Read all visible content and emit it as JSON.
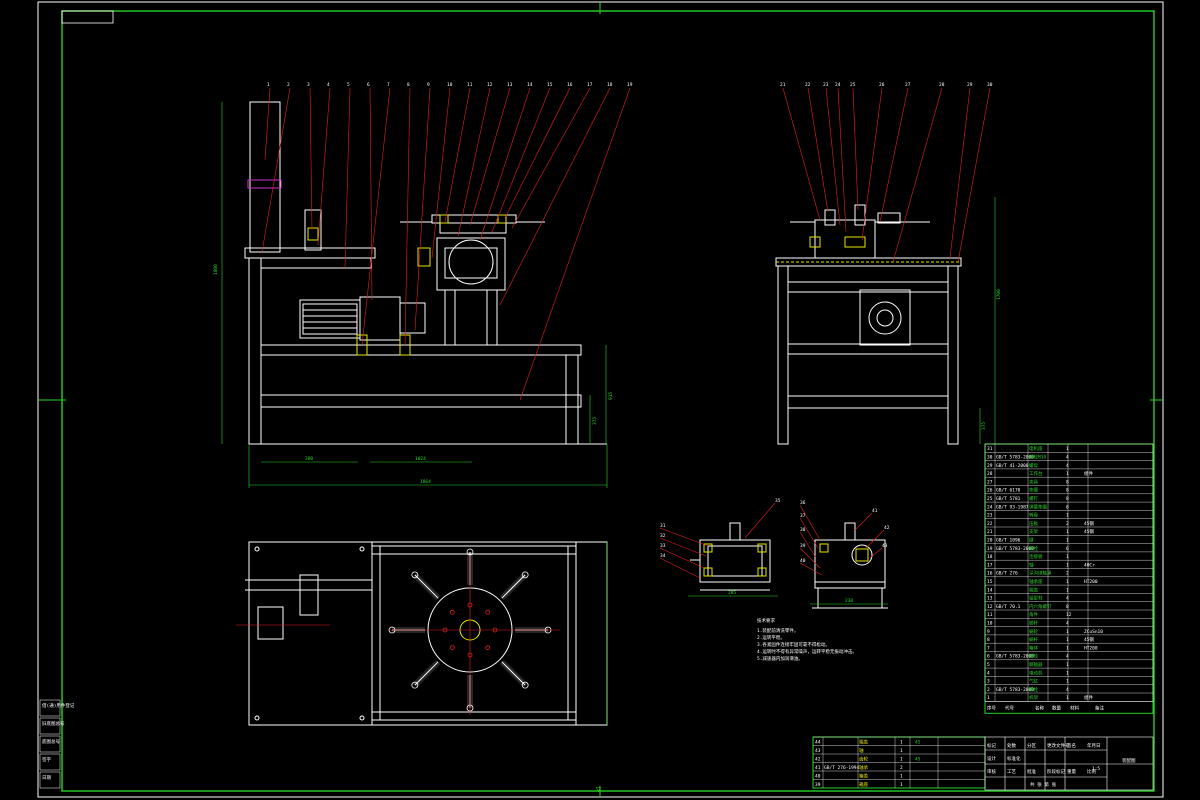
{
  "sheet": {
    "background": "#000000",
    "frame_color": "#29d329",
    "line_color": "#ffffff",
    "leader_color": "#e02020",
    "dim_color": "#29d329",
    "hatch_color": "#e6e600",
    "center_mark": "▽"
  },
  "front_view": {
    "leaders": [
      "1",
      "2",
      "3",
      "4",
      "5",
      "6",
      "7",
      "8",
      "9",
      "10",
      "11",
      "12",
      "13",
      "14",
      "15",
      "16",
      "17",
      "18",
      "19"
    ],
    "dims": {
      "overall_width": "1864",
      "left_span": "380",
      "mid_span": "1024",
      "height": "1800",
      "right_h1": "915",
      "right_h2": "375"
    }
  },
  "side_view": {
    "leaders": [
      "21",
      "22",
      "23",
      "24",
      "25",
      "26",
      "27",
      "28",
      "29",
      "30"
    ],
    "dims": {
      "height": "1700",
      "low": "375"
    }
  },
  "detail_views": {
    "left_leaders": [
      "31",
      "32",
      "33",
      "34",
      "35"
    ],
    "right_leaders": [
      "36",
      "37",
      "38",
      "39",
      "40",
      "41",
      "42",
      "43"
    ],
    "dims": {
      "left_width": "285",
      "right_width": "230"
    },
    "note_title": "技术要求",
    "notes": [
      "1.装配前清洗零件。",
      "2.运转平稳。",
      "3.各紧固件连接牢固可靠不得松动。",
      "4.运转时不得有异常噪声，运转平稳无振动冲击。",
      "5.减速器内加润滑油。"
    ]
  },
  "bom": {
    "rows": [
      {
        "no": "31",
        "code": "",
        "name": "电机座",
        "qty": "1",
        "note": ""
      },
      {
        "no": "30",
        "code": "GB/T 5783-2000",
        "name": "螺栓M10",
        "qty": "4",
        "note": ""
      },
      {
        "no": "29",
        "code": "GB/T 41-2000",
        "name": "螺母",
        "qty": "4",
        "note": ""
      },
      {
        "no": "28",
        "code": "",
        "name": "工作台",
        "qty": "1",
        "note": "组件"
      },
      {
        "no": "27",
        "code": "",
        "name": "夹具",
        "qty": "8",
        "note": ""
      },
      {
        "no": "26",
        "code": "GB/T 6170",
        "name": "垫圈",
        "qty": "8",
        "note": ""
      },
      {
        "no": "25",
        "code": "GB/T 5781",
        "name": "螺钉",
        "qty": "8",
        "note": ""
      },
      {
        "no": "24",
        "code": "GB/T 93-1987",
        "name": "弹簧垫圈",
        "qty": "8",
        "note": ""
      },
      {
        "no": "23",
        "code": "",
        "name": "转盘",
        "qty": "1",
        "note": ""
      },
      {
        "no": "22",
        "code": "",
        "name": "压板",
        "qty": "2",
        "note": "45钢"
      },
      {
        "no": "21",
        "code": "",
        "name": "支架",
        "qty": "1",
        "note": "45钢"
      },
      {
        "no": "20",
        "code": "GB/T 1096",
        "name": "键",
        "qty": "1",
        "note": ""
      },
      {
        "no": "19",
        "code": "GB/T 5783-2000",
        "name": "螺栓",
        "qty": "6",
        "note": ""
      },
      {
        "no": "18",
        "code": "",
        "name": "连接板",
        "qty": "1",
        "note": ""
      },
      {
        "no": "17",
        "code": "",
        "name": "轴",
        "qty": "1",
        "note": "40Cr"
      },
      {
        "no": "16",
        "code": "GB/T 276",
        "name": "深沟球轴承",
        "qty": "2",
        "note": ""
      },
      {
        "no": "15",
        "code": "",
        "name": "轴承座",
        "qty": "1",
        "note": "HT200"
      },
      {
        "no": "14",
        "code": "",
        "name": "端盖",
        "qty": "1",
        "note": ""
      },
      {
        "no": "13",
        "code": "",
        "name": "铝型材",
        "qty": "4",
        "note": ""
      },
      {
        "no": "12",
        "code": "GB/T 70.1",
        "name": "内六角螺钉",
        "qty": "8",
        "note": ""
      },
      {
        "no": "11",
        "code": "",
        "name": "角件",
        "qty": "12",
        "note": ""
      },
      {
        "no": "10",
        "code": "",
        "name": "脚杯",
        "qty": "4",
        "note": ""
      },
      {
        "no": "9",
        "code": "",
        "name": "蜗轮",
        "qty": "1",
        "note": "ZCuSn10"
      },
      {
        "no": "8",
        "code": "",
        "name": "蜗杆",
        "qty": "1",
        "note": "45钢"
      },
      {
        "no": "7",
        "code": "",
        "name": "箱体",
        "qty": "1",
        "note": "HT200"
      },
      {
        "no": "6",
        "code": "GB/T 5783-2000",
        "name": "螺栓",
        "qty": "4",
        "note": ""
      },
      {
        "no": "5",
        "code": "",
        "name": "联轴器",
        "qty": "1",
        "note": ""
      },
      {
        "no": "4",
        "code": "",
        "name": "电动机",
        "qty": "1",
        "note": ""
      },
      {
        "no": "3",
        "code": "",
        "name": "气缸",
        "qty": "1",
        "note": ""
      },
      {
        "no": "2",
        "code": "GB/T 5783-2000",
        "name": "螺栓",
        "qty": "4",
        "note": ""
      },
      {
        "no": "1",
        "code": "",
        "name": "机架",
        "qty": "1",
        "note": "组件"
      }
    ],
    "header": [
      "序号",
      "代号",
      "名称",
      "数量",
      "材料",
      "备注"
    ]
  },
  "lower_bom": {
    "rows": [
      {
        "no": "44",
        "code": "",
        "name": "端盖",
        "qty": "1",
        "note": "45"
      },
      {
        "no": "43",
        "code": "",
        "name": "轴",
        "qty": "1",
        "note": ""
      },
      {
        "no": "42",
        "code": "",
        "name": "齿轮",
        "qty": "1",
        "note": "45"
      },
      {
        "no": "41",
        "code": "GB/T 276-1994",
        "name": "轴承",
        "qty": "2",
        "note": ""
      },
      {
        "no": "40",
        "code": "",
        "name": "箱盖",
        "qty": "1",
        "note": ""
      },
      {
        "no": "39",
        "code": "",
        "name": "箱座",
        "qty": "1",
        "note": ""
      }
    ]
  },
  "title_block": {
    "drawing_name": "装配图",
    "labels": [
      "标记",
      "处数",
      "分区",
      "更改文件号",
      "签名",
      "年月日",
      "设计",
      "标准化",
      "审核",
      "工艺",
      "批准",
      "阶段标记",
      "重量",
      "比例"
    ],
    "scale": "1:5",
    "sheet_info": "共 张 第 张"
  },
  "left_strip": [
    "借(通)用件登记",
    "旧底图总号",
    "底图总号",
    "签字",
    "日期"
  ]
}
